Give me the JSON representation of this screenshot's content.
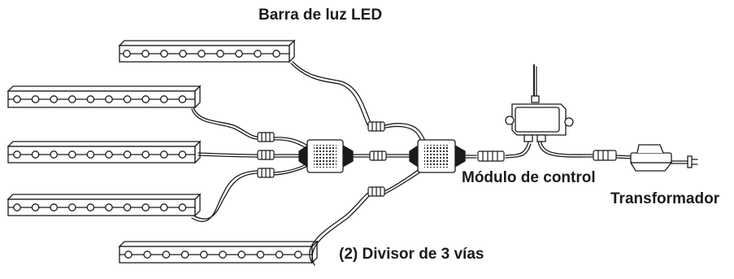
{
  "labels": {
    "led_bar": "Barra de luz LED",
    "control_module": "Módulo de control",
    "transformer": "Transformador",
    "splitter": "(2) Divisor de 3 vías"
  },
  "components": {
    "led_bars": [
      {
        "id": "top",
        "led_count": 9
      },
      {
        "id": "upper-left",
        "led_count": 10
      },
      {
        "id": "middle-left",
        "led_count": 10
      },
      {
        "id": "lower-left",
        "led_count": 10
      },
      {
        "id": "bottom",
        "led_count": 10
      }
    ],
    "splitter_count": 2,
    "outputs_per_splitter": 3,
    "has_antenna": true
  },
  "colors": {
    "line": "#1b1b1b",
    "background": "#ffffff"
  }
}
